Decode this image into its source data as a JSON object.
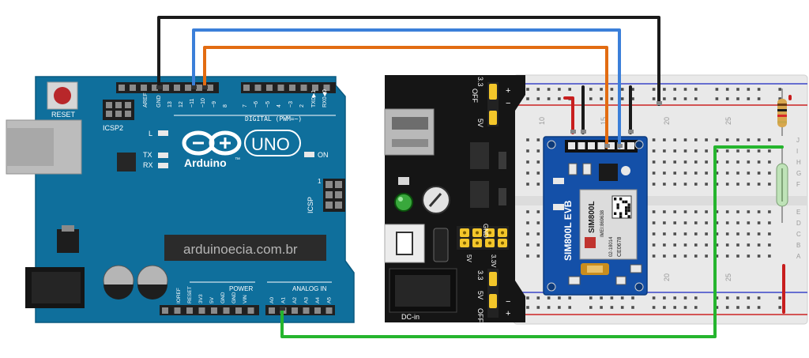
{
  "arduino": {
    "reset_label": "RESET",
    "icsp2_label": "ICSP2",
    "icsp_label": "ICSP",
    "aref_label": "AREF",
    "gnd_label": "GND",
    "pin_labels": [
      "13",
      "12",
      "~11",
      "~10",
      "~9",
      "8",
      "7",
      "~6",
      "~5",
      "4",
      "~3",
      "2",
      "TX0▶1",
      "RX0◀0"
    ],
    "digital_label": "DIGITAL (PWM=~)",
    "l_label": "L",
    "tx_label": "TX",
    "rx_label": "RX",
    "on_label": "ON",
    "uno_label": "UNO",
    "brand_label": "Arduino",
    "tm": "™",
    "watermark": "arduinoecia.com.br",
    "power_label": "POWER",
    "analog_label": "ANALOG IN",
    "power_pins": [
      "IOREF",
      "RESET",
      "3V3",
      "5V",
      "GND",
      "GND",
      "VIN"
    ],
    "analog_pins": [
      "A0",
      "A1",
      "A2",
      "A3",
      "A4",
      "A5"
    ],
    "icsp_num": "1"
  },
  "power_module": {
    "top_jumper_labels": [
      "OFF",
      "3.3",
      "5V"
    ],
    "bottom_jumper_labels": [
      "3.3",
      "5V",
      "OFF"
    ],
    "gnd_label": "GND",
    "mid_labels": [
      "5V",
      "3.3V"
    ],
    "dc_label": "DC-in",
    "plus": "+",
    "minus": "−"
  },
  "breadboard": {
    "col_numbers": [
      "10",
      "15",
      "20",
      "25"
    ],
    "row_letters_top": [
      "J",
      "I",
      "H",
      "G",
      "F"
    ],
    "row_letters_bottom": [
      "E",
      "D",
      "C",
      "B",
      "A"
    ]
  },
  "sim800l": {
    "board_label": "SIM800L EVB",
    "chip_text": [
      "SIM800L",
      "IMEI:869638",
      "02-18014",
      "CE0678"
    ]
  },
  "colors": {
    "arduino_blue": "#0f6f9c",
    "wire_black": "#1a1a1a",
    "wire_blue": "#3b7fd9",
    "wire_orange": "#e26c12",
    "wire_green": "#25b52e",
    "wire_red": "#c81e1e"
  }
}
